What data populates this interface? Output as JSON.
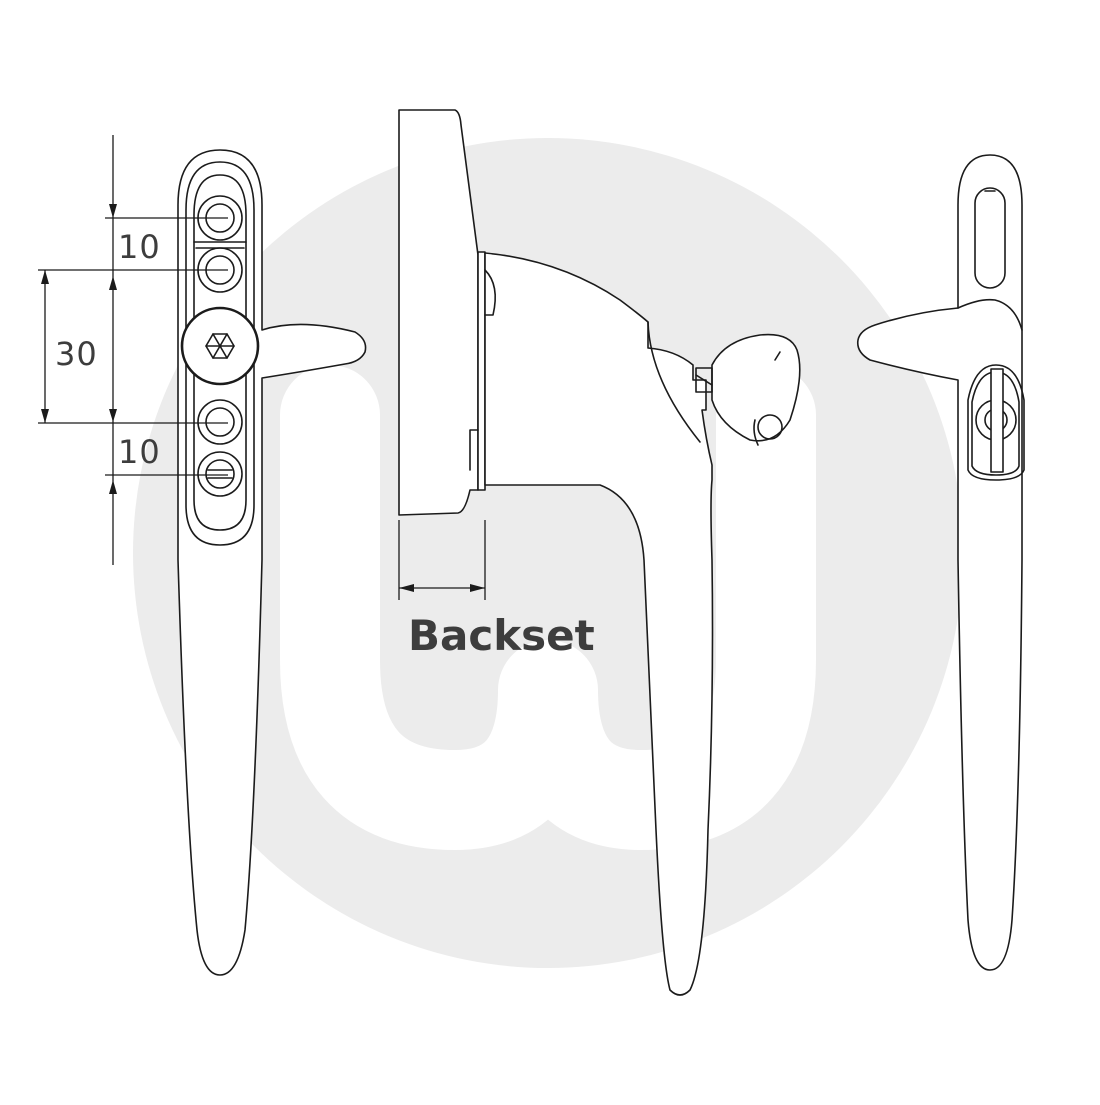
{
  "colors": {
    "background": "#ffffff",
    "watermark": "#ececec",
    "line": "#1b1b1b",
    "text": "#3d3d3d"
  },
  "watermark": {
    "type": "circular-logo",
    "letter": "w",
    "icon": "logo-watermark-icon"
  },
  "views": [
    {
      "name": "front-view",
      "description": "Handle front with fixing holes and hex grub screw cover"
    },
    {
      "name": "side-view",
      "description": "Handle side profile with key inserted"
    },
    {
      "name": "rear-view",
      "description": "Handle rear with key lock cylinder"
    }
  ],
  "dimensions": {
    "top_spacing": "10",
    "centre_spacing": "30",
    "bottom_spacing": "10",
    "backset_label": "Backset"
  }
}
